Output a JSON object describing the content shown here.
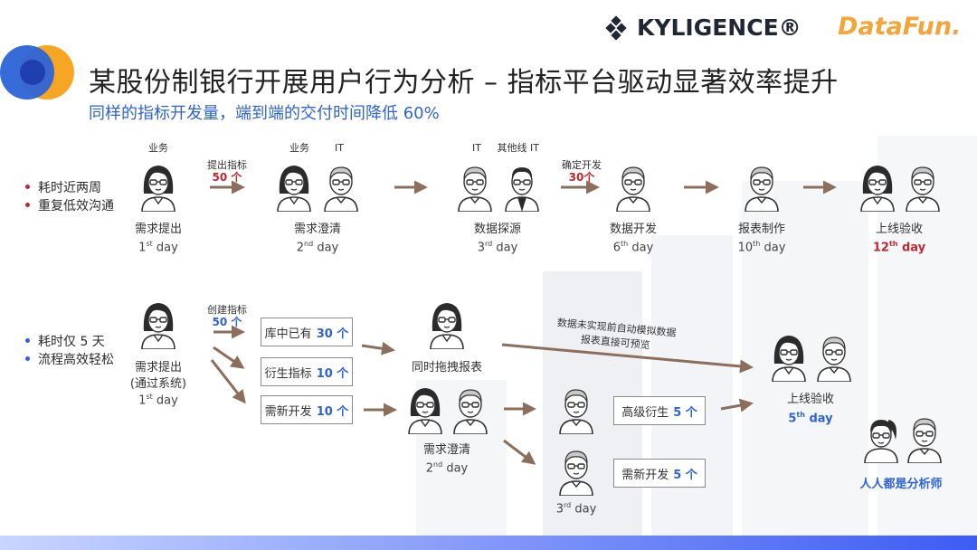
{
  "header": {
    "title": "某股份制银行开展用户行为分析 – 指标平台驱动显著效率提升",
    "subtitle": "同样的指标开发量，端到端的交付时间降低 60%",
    "logo_kyligence": "KYLIGENCE®",
    "logo_datafun": "DataFun."
  },
  "before": {
    "bullets": [
      "耗时近两周",
      "重复低效沟通"
    ],
    "steps": [
      {
        "roles": "业务",
        "name": "需求提出",
        "day_num": "1",
        "day_sup": "st",
        "day_txt": " day"
      },
      {
        "roles": "业务        IT",
        "name": "需求澄清",
        "day_num": "2",
        "day_sup": "nd",
        "day_txt": " day"
      },
      {
        "roles": "IT     其他线 IT",
        "name": "数据探源",
        "day_num": "3",
        "day_sup": "rd",
        "day_txt": " day"
      },
      {
        "roles": "",
        "name": "数据开发",
        "day_num": "6",
        "day_sup": "th",
        "day_txt": " day"
      },
      {
        "roles": "",
        "name": "报表制作",
        "day_num": "10",
        "day_sup": "th",
        "day_txt": " day"
      },
      {
        "roles": "",
        "name": "上线验收",
        "day_num": "12",
        "day_sup": "th",
        "day_txt": " day"
      }
    ],
    "arrow1_label": "提出指标",
    "arrow1_count": "50 个",
    "arrow2_label": "确定开发",
    "arrow2_count": "30个"
  },
  "after": {
    "bullets": [
      "耗时仅 5 天",
      "流程高效轻松"
    ],
    "start_name": "需求提出",
    "start_sub": "(通过系统)",
    "start_day_num": "1",
    "start_day_sup": "st",
    "start_day_txt": " day",
    "create_label": "创建指标",
    "create_count": "50 个",
    "boxes": [
      {
        "label": "库中已有",
        "count": "30 个"
      },
      {
        "label": "衍生指标",
        "count": "10 个"
      },
      {
        "label": "需新开发",
        "count": "10 个"
      }
    ],
    "drag_label": "同时拖拽报表",
    "clarify_name": "需求澄清",
    "clarify_day_num": "2",
    "clarify_day_sup": "nd",
    "clarify_day_txt": " day",
    "sim_note_line1": "数据未实现前自动模拟数据",
    "sim_note_line2": "报表直接可预览",
    "adv_boxes": [
      {
        "label": "高级衍生",
        "count": "5 个"
      },
      {
        "label": "需新开发",
        "count": "5 个"
      }
    ],
    "third_day_num": "3",
    "third_day_sup": "rd",
    "third_day_txt": " day",
    "final_name": "上线验收",
    "final_day_num": "5",
    "final_day_sup": "th",
    "final_day_txt": " day",
    "everyone": "人人都是分析师"
  },
  "colors": {
    "accent_blue": "#2d63d8",
    "accent_red": "#c1272d",
    "arrow": "#8b6f5c"
  }
}
